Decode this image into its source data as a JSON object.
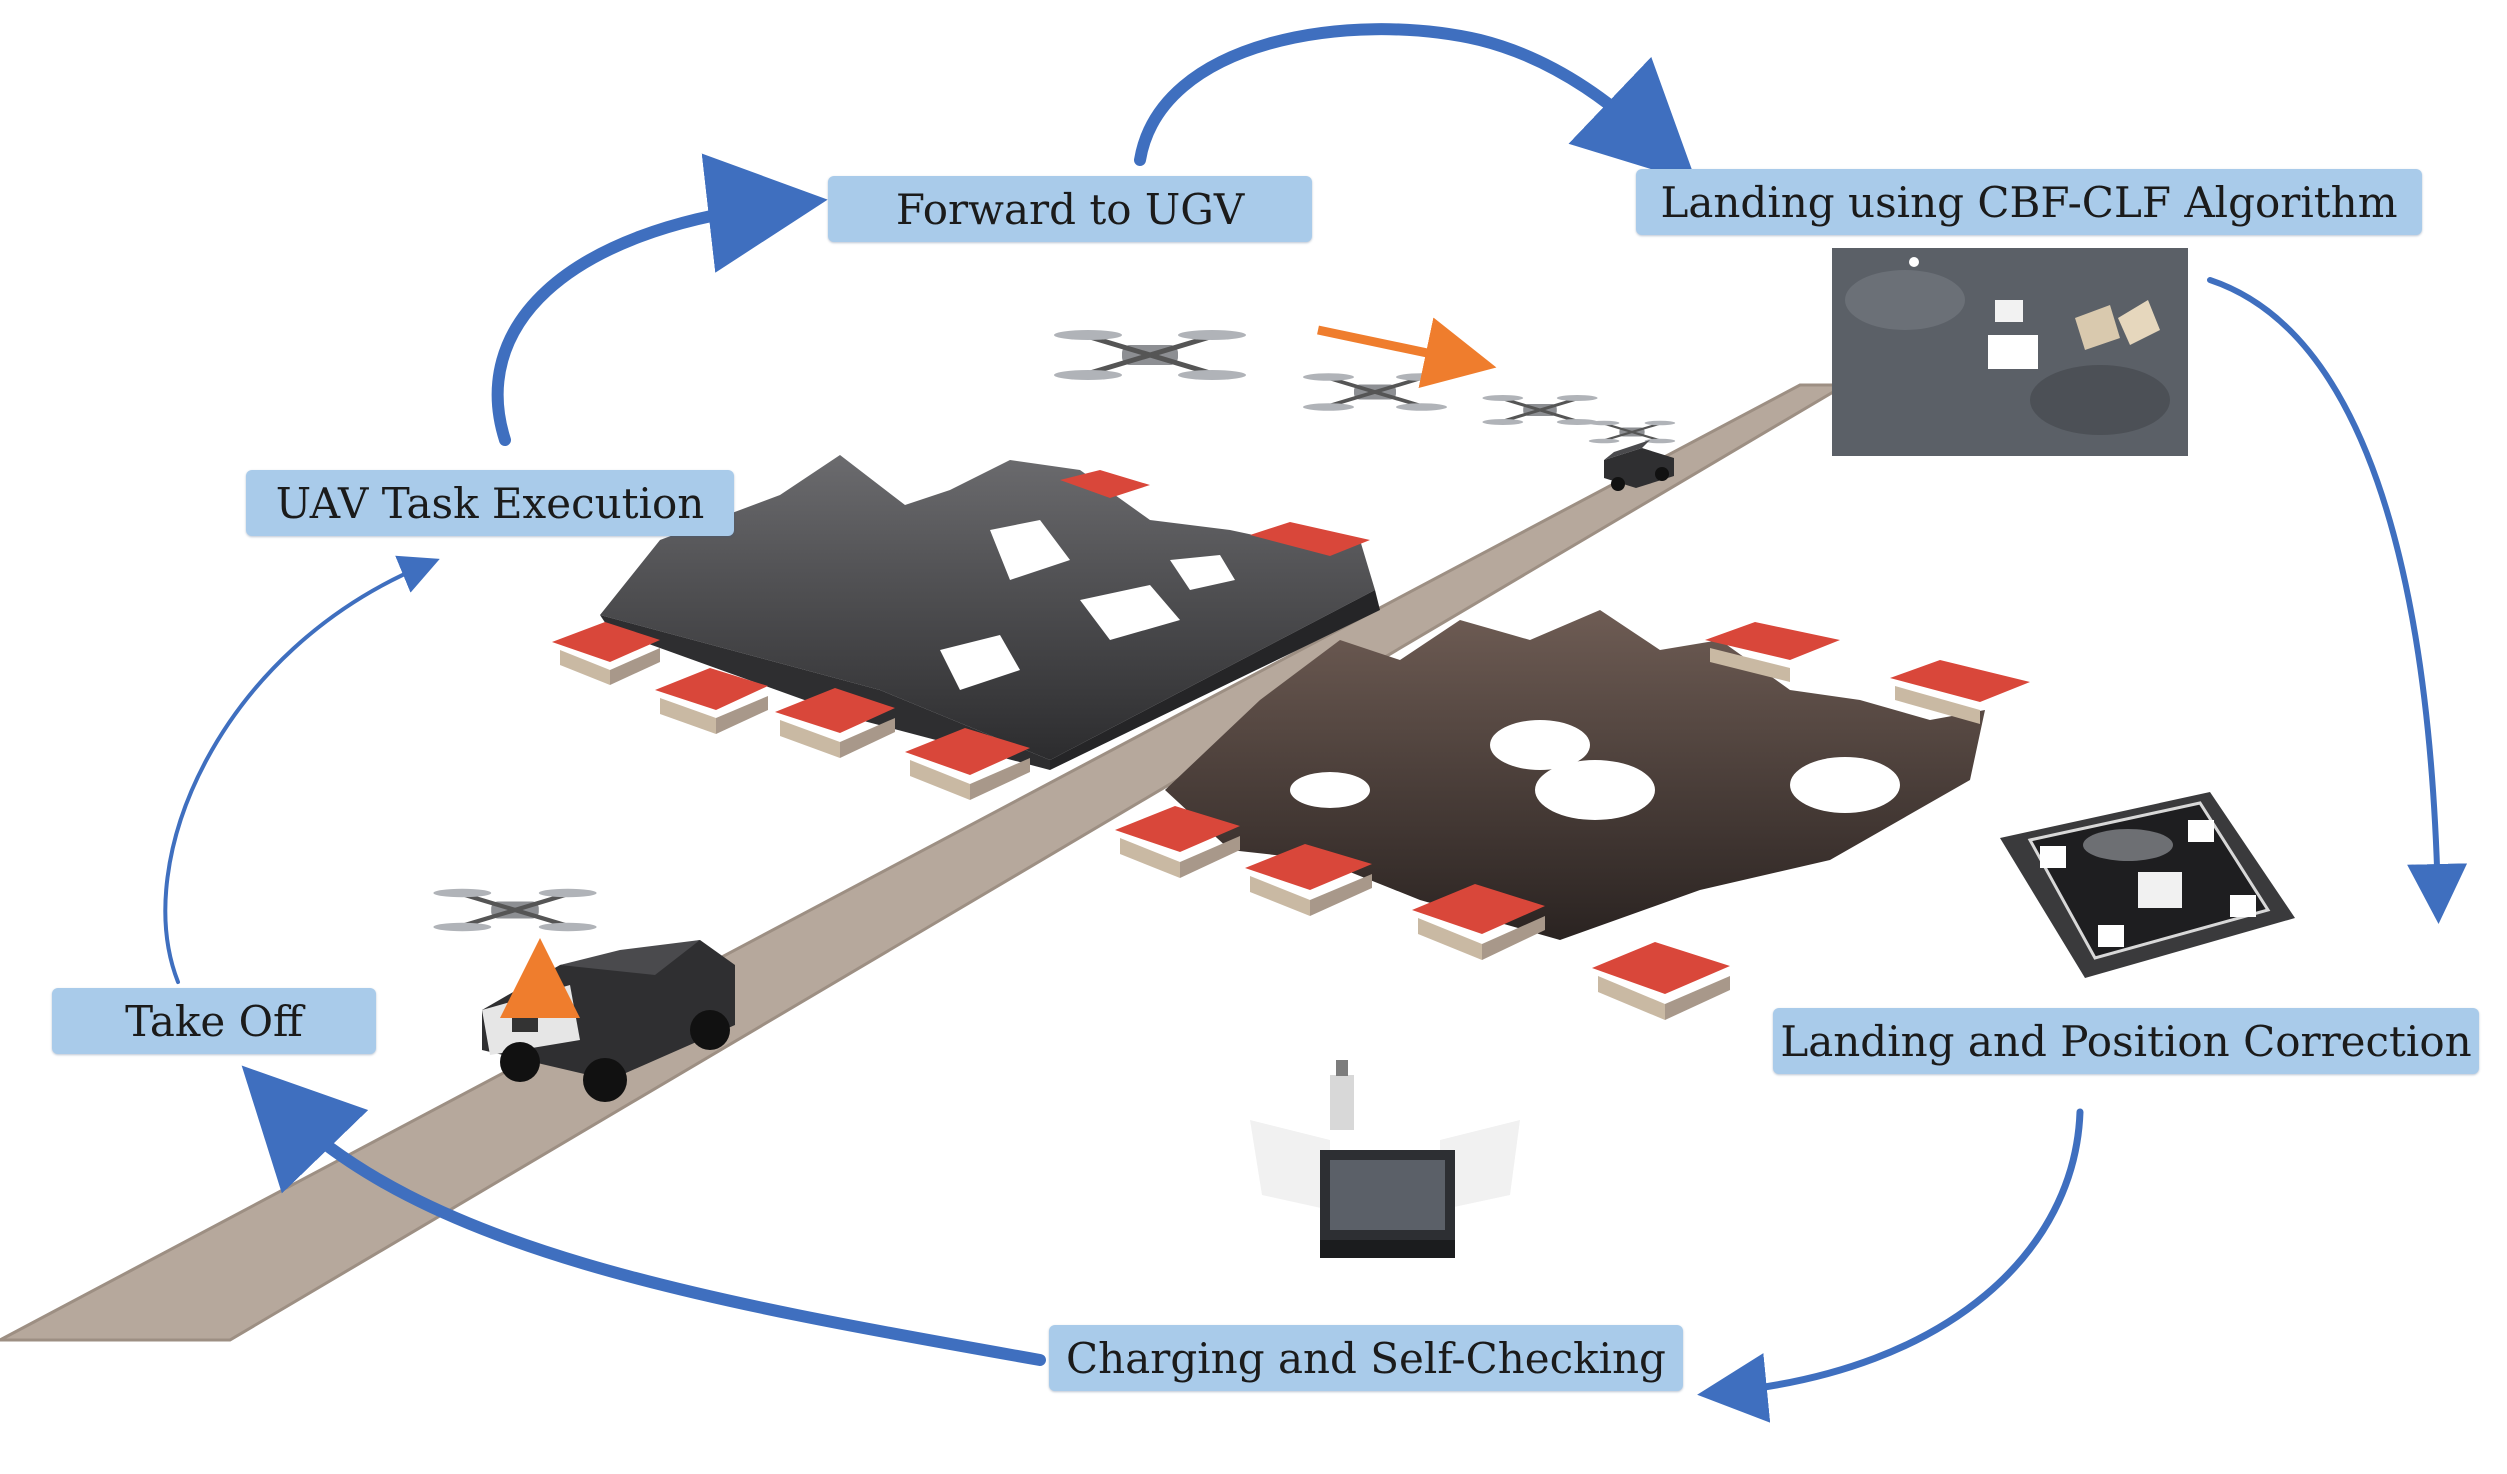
{
  "diagram": {
    "stages": {
      "forward": "Forward to UGV",
      "landing_algorithm": "Landing using CBF-CLF Algorithm",
      "task_execution": "UAV Task Execution",
      "take_off": "Take Off",
      "position_correction": "Landing and Position Correction",
      "charging": "Charging and Self-Checking"
    },
    "colors": {
      "stage_box": "#a9cbea",
      "cycle_arrow": "#3f6fbf",
      "motion_arrow": "#ef7d2d",
      "roof": "#d9473a",
      "road": "#b6a89c",
      "terrain": "#3b3b3d"
    },
    "icons": {
      "uav": "quadcopter-drone-icon",
      "ugv": "ground-vehicle-icon",
      "dock": "charging-dock-icon",
      "pad": "landing-pad-icon"
    }
  }
}
